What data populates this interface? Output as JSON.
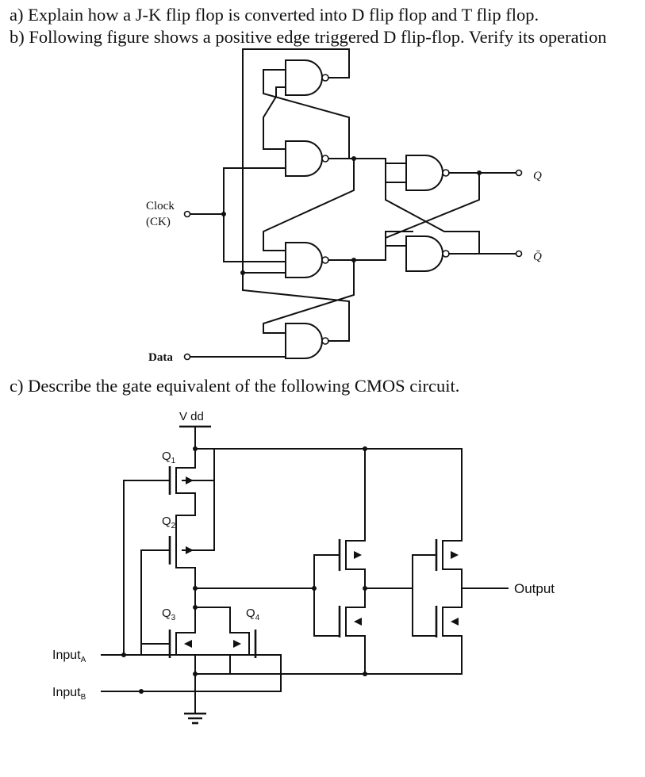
{
  "questions": {
    "a": "a) Explain how a J-K flip flop is converted into D flip flop and T flip flop.",
    "b": "b) Following figure shows a positive edge triggered D flip-flop. Verify its operation",
    "c": "c) Describe the gate equivalent of the following CMOS circuit."
  },
  "flipflop": {
    "clock_label": "Clock",
    "clock_sub": "(CK)",
    "data_label": "Data",
    "q_label": "Q",
    "qbar_label": "Q̄"
  },
  "cmos": {
    "vdd_label": "V dd",
    "q1": "Q",
    "q1_sub": "1",
    "q2": "Q",
    "q2_sub": "2",
    "q3": "Q",
    "q3_sub": "3",
    "q4": "Q",
    "q4_sub": "4",
    "output_label": "Output",
    "input_a": "Input",
    "input_a_sub": "A",
    "input_b": "Input",
    "input_b_sub": "B"
  }
}
